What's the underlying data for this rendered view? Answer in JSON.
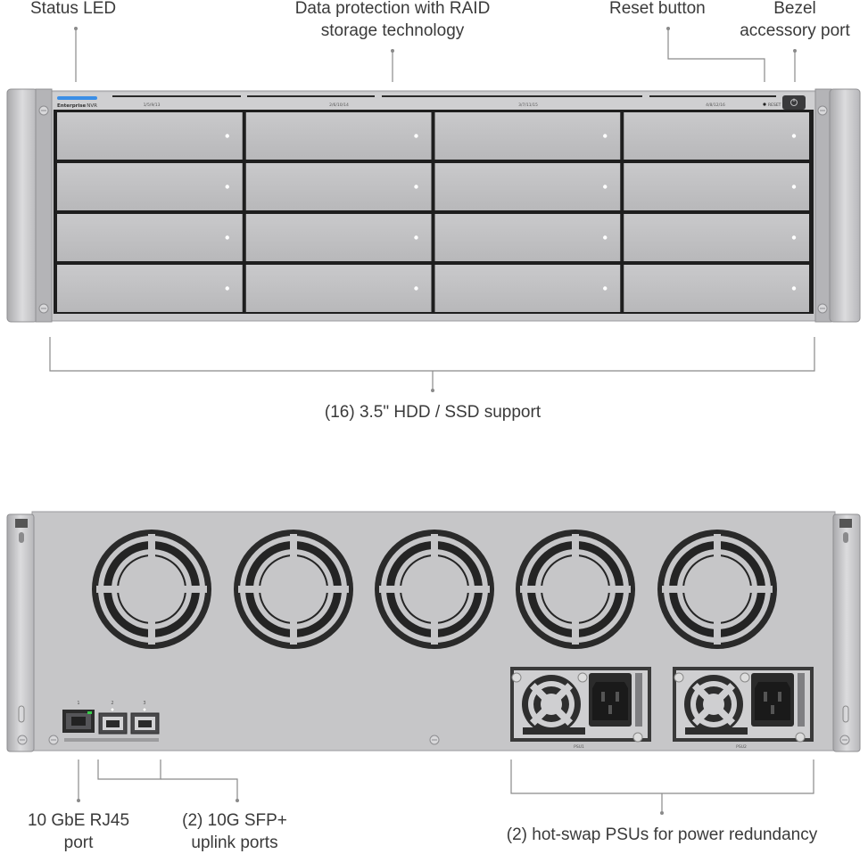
{
  "front": {
    "status_led_label": "Status LED",
    "raid_label_line1": "Data protection with RAID",
    "raid_label_line2": "storage technology",
    "reset_label": "Reset button",
    "bezel_label_line1": "Bezel",
    "bezel_label_line2": "accessory port",
    "drive_label": "(16) 3.5\" HDD / SSD support",
    "brand_bold": "Enterprise",
    "brand_light": "NVR",
    "bay_groups": [
      "1/5/9/13",
      "2/6/10/14",
      "3/7/11/15",
      "4/8/12/16"
    ],
    "reset_text": "RESET"
  },
  "rear": {
    "rj45_label_line1": "10 GbE RJ45",
    "rj45_label_line2": "port",
    "sfp_label_line1": "(2) 10G SFP+",
    "sfp_label_line2": "uplink ports",
    "psu_label": "(2) hot-swap PSUs for power redundancy",
    "port_numbers": [
      "1",
      "2",
      "3"
    ],
    "psu_names": [
      "PSU1",
      "PSU2"
    ]
  },
  "colors": {
    "chassis": "#c6c6c8",
    "bay": "#bdbdbf",
    "bay_gap": "#1e1e1e",
    "led": "#3b8ee6",
    "line": "#8a8a8a",
    "psu_dark": "#3a3a3a",
    "fan_dark": "#222222",
    "port_green": "#37d04a"
  },
  "icons": [
    "power-icon",
    "fan-icon",
    "rj45-port-icon",
    "sfp-port-icon",
    "ac-inlet-icon",
    "screw-icon"
  ]
}
